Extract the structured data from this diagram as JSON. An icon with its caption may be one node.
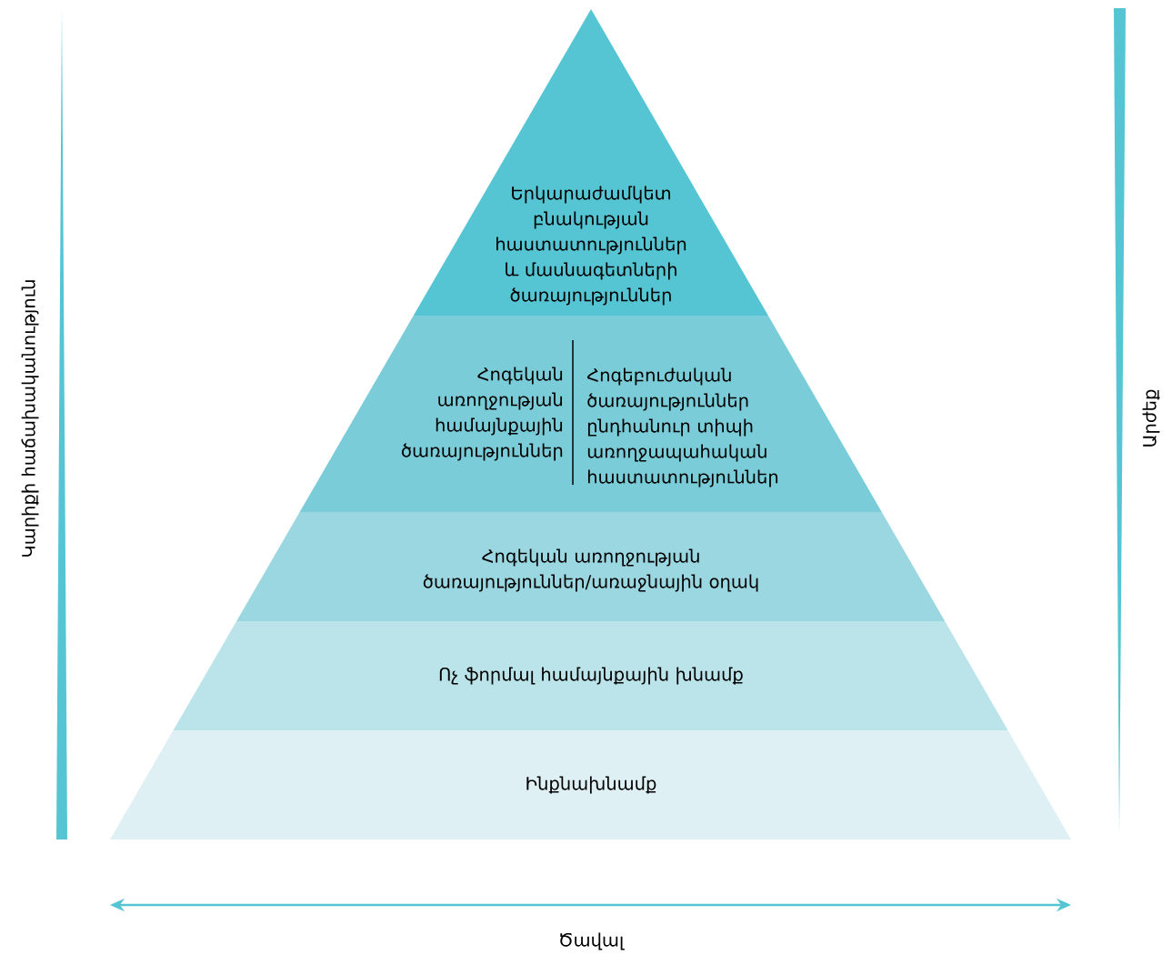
{
  "diagram": {
    "nodes": [
      {
        "text": [
          "Երկարաժամկետ բնակության հաստատություններ և մասնագետների ծառայություններ"
        ]
      },
      {
        "text": [
          "Հոգեկան առողջության համայնքային ծառայություններ",
          "Հոգեբուժական ծառայություններ ընդհանուր տիպի առողջապահական հաստատություններ"
        ]
      },
      {
        "text": [
          "Հոգեկան առողջության ծառայություններ/առաջնային օղակ"
        ]
      },
      {
        "text": [
          "Ոչ ֆորմալ համայնքային խնամք"
        ]
      },
      {
        "text": [
          "Ինքնախնամք"
        ]
      }
    ],
    "labels": [
      "Կարիքի հաճախականություն",
      "Արժեք",
      "Ծավալ"
    ]
  }
}
